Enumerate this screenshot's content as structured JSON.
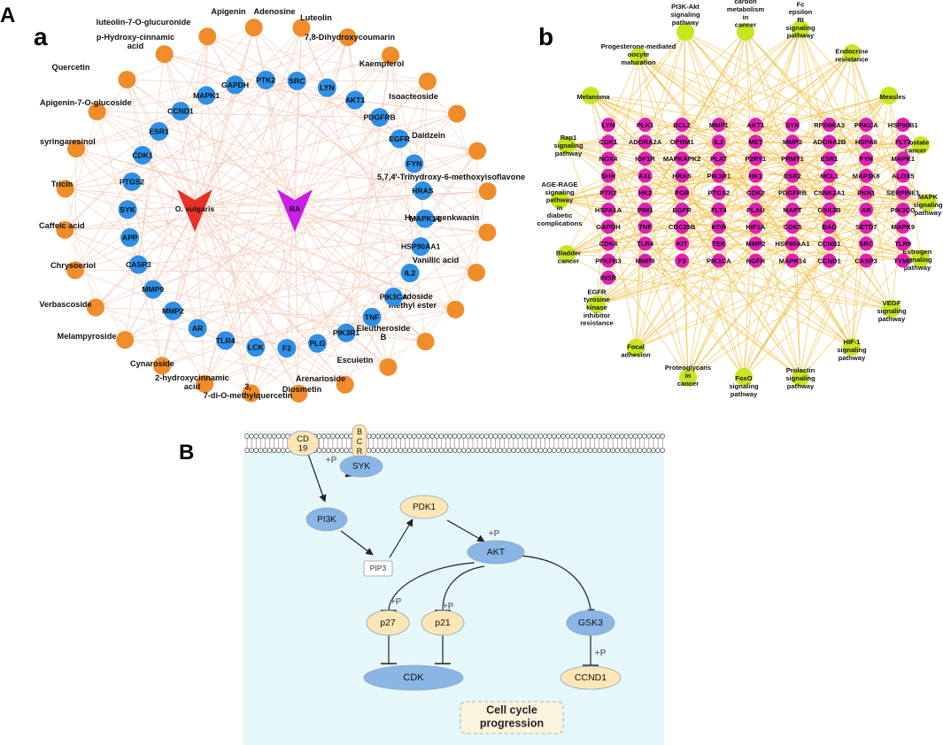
{
  "labels": {
    "A": "A",
    "a": "a",
    "b": "b",
    "B": "B"
  },
  "network_a": {
    "compounds": [
      "luteolin-7-O-glucuronide",
      "Apigenin",
      "Adenosine",
      "Luteolin",
      "p-Hydroxy-cinnamic acid",
      "7,8-Dihydroxycoumarin",
      "Kaempferol",
      "Quercetin",
      "Isoacteoside",
      "Apigenin-7-O-glucoside",
      "Daidzein",
      "syringaresinol",
      "5,7,4'-Trihydroxy-6-methoxyisoflavone",
      "Tricin",
      "Hydroxygenkwanin",
      "Caffeic acid",
      "Vanillic acid",
      "Chrysoeriol",
      "Gardoside methyl ester",
      "Verbascoside",
      "Eleutheroside B",
      "Melampyroside",
      "Esculetin",
      "Cynaroside",
      "2-hydroxycinnamic acid",
      "3, 7-di-O-methylquercetin",
      "Diosmetin",
      "Arenarioside"
    ],
    "targets": [
      "MAPK1",
      "GAPDH",
      "PTK2",
      "SRC",
      "LYN",
      "CCND1",
      "AKT1",
      "ESR1",
      "PDGFRB",
      "CDK1",
      "EGFR",
      "PTGS2",
      "FYN",
      "HRAS",
      "SYK",
      "MAPK14",
      "APP",
      "HSP90AA1",
      "CASP3",
      "IL2",
      "MMP9",
      "PIK3CA",
      "MMP2",
      "TNF",
      "AR",
      "PIK3R1",
      "TLR4",
      "PLG",
      "LCK",
      "F2"
    ],
    "herbs": [
      "O. vulgaris",
      "RA"
    ]
  },
  "network_b": {
    "pathways": [
      "PI3K-Akt signaling pathway",
      "Central carbon metabolism in cancer",
      "Fc epsilon RI signaling pathway",
      "Progesterone-mediated oocyte maturation",
      "Endocrine resistance",
      "Melanoma",
      "Measles",
      "Rap1 signaling pathway",
      "Prostate cancer",
      "AGE-RAGE signaling pathway in diabetic complications",
      "MAPK signaling pathway",
      "Bladder cancer",
      "Estrogen signaling pathway",
      "EGFR tyrosine kinase inhibitor resistance",
      "VEGF signaling pathway",
      "Focal adhesion",
      "HIF-1 signaling pathway",
      "Proteoglycans in cancer",
      "FoxO signaling pathway",
      "Prolactin signaling pathway"
    ],
    "genes": [
      [
        "LYN",
        "PLK1",
        "BCL2",
        "MMP1",
        "AKT1",
        "SYK",
        "RPS6KA3",
        "PRKCA",
        "HSP90B1"
      ],
      [
        "CDK1",
        "ADORA2A",
        "OPRM1",
        "IL2",
        "MET",
        "MMP3",
        "ADORA2B",
        "HSPA8",
        "FLT3"
      ],
      [
        "NOX4",
        "IGF1R",
        "MAPKAPK2",
        "PLAT",
        "P2RY1",
        "PRMT1",
        "ESR1",
        "FYN",
        "MAPK1"
      ],
      [
        "SHH",
        "AXL",
        "HRAS",
        "PIK3R1",
        "HK1",
        "ESR2",
        "MCL1",
        "MAP3K8",
        "ALOX5"
      ],
      [
        "PTK2",
        "HK2",
        "PGR",
        "PTGS2",
        "CDK2",
        "PDGFRB",
        "CSNK2A1",
        "PKN1",
        "SERPINE1"
      ],
      [
        "HSPA1A",
        "PIM1",
        "EGFR",
        "FLT4",
        "PLAU",
        "MAPT",
        "GSK3B",
        "AR",
        "PIK3CG"
      ],
      [
        "GAPDH",
        "TNF",
        "CDC25B",
        "KDR",
        "HIF1A",
        "CDK5",
        "BAD",
        "SETD7",
        "MAPK9"
      ],
      [
        "CDK4",
        "TLR4",
        "KIT",
        "TEK",
        "MMP2",
        "HSP90AA1",
        "CCNB1",
        "SRC",
        "TLR9"
      ],
      [
        "PFKFB3",
        "MMP9",
        "F3",
        "PIK3CA",
        "NGFR",
        "MAPK14",
        "CCND1",
        "CASP3",
        "TYMP"
      ],
      [
        "INSR"
      ]
    ]
  },
  "pathway_B": {
    "nodes": {
      "CD19": "CD 19",
      "BCR": "B C R",
      "SYK": "SYK",
      "PI3K": "PI3K",
      "PDK1": "PDK1",
      "PIP3": "PIP3",
      "AKT": "AKT",
      "p27": "p27",
      "p21": "p21",
      "GSK3": "GSK3",
      "CDK": "CDK",
      "CCND1": "CCND1"
    },
    "phospho": "+P",
    "outcome": "Cell cycle progression"
  },
  "colors": {
    "compound": "#f08c2a",
    "target": "#2e8fe6",
    "herb1": "#e8302a",
    "herb2": "#c81ee6",
    "gene": "#e01fb4",
    "pathway": "#c8e620",
    "edge_a": "#f3c9b6",
    "edge_b": "#f2c14a",
    "cell_bg": "#e6f7fa",
    "node_blue": "#8ab6e6",
    "node_cream": "#fde6b4"
  }
}
